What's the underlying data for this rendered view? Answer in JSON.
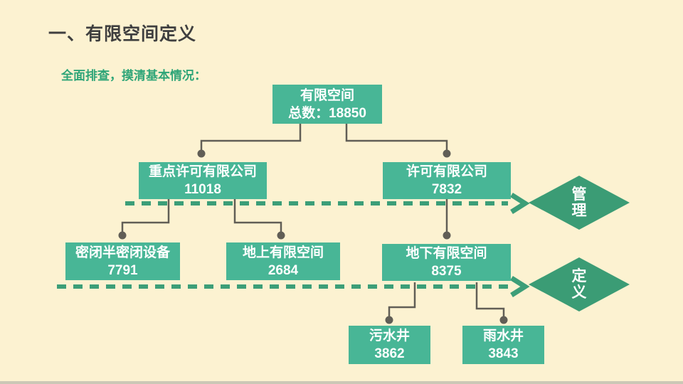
{
  "slide": {
    "title": "一、有限空间定义",
    "subtitle": "全面排查，摸清基本情况："
  },
  "nodes": {
    "root": {
      "label": "有限空间",
      "value": "总数：18850"
    },
    "key_permit": {
      "label": "重点许可有限公司",
      "value": "11018"
    },
    "permit": {
      "label": "许可有限公司",
      "value": "7832"
    },
    "sealed": {
      "label": "密闭半密闭设备",
      "value": "7791"
    },
    "above": {
      "label": "地上有限空间",
      "value": "2684"
    },
    "below": {
      "label": "地下有限空间",
      "value": "8375"
    },
    "sewage": {
      "label": "污水井",
      "value": "3862"
    },
    "rain": {
      "label": "雨水井",
      "value": "3843"
    }
  },
  "diamonds": {
    "manage": {
      "char1": "管",
      "char2": "理"
    },
    "define": {
      "char1": "定",
      "char2": "义"
    }
  },
  "colors": {
    "background": "#FCF2D1",
    "node_fill": "#48B696",
    "diamond_fill": "#3B9C75",
    "dash_stroke": "#3C9E78",
    "connector_stroke": "#615E56",
    "title_text": "#3F3F3F",
    "subtitle_text": "#2EA578",
    "bottom_bar": "#CCC8B6"
  }
}
